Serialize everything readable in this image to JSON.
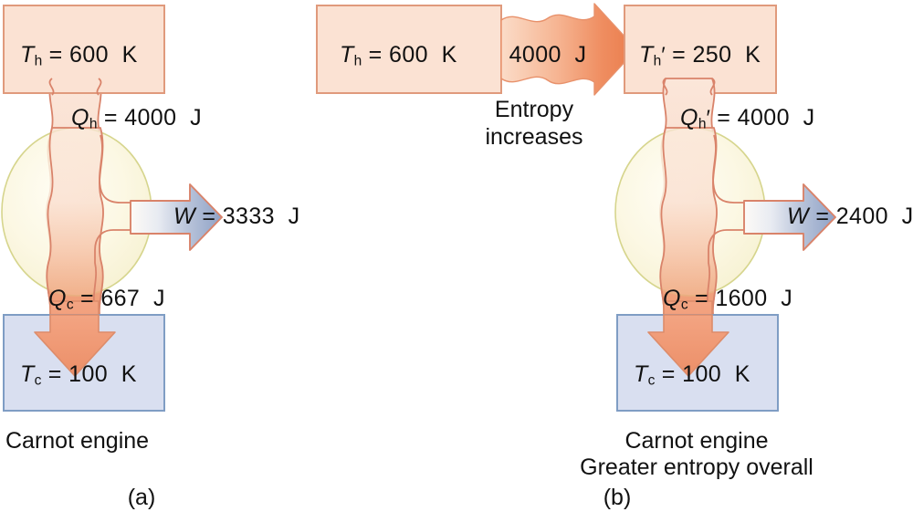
{
  "figure": {
    "title": "Carnot engine entropy comparison",
    "background": "#ffffff"
  },
  "colors": {
    "hot_reservoir_fill": "#fbe2d3",
    "hot_reservoir_stroke": "#e8a183",
    "cold_reservoir_fill": "#d9dff0",
    "cold_reservoir_stroke": "#7f9dc4",
    "engine_circle_fill_light": "#fdf8e4",
    "engine_circle_fill_deep": "#f7f0c8",
    "engine_circle_stroke": "#d4d48a",
    "heat_band_light": "#fbe3d6",
    "heat_band_deep": "#f0a582",
    "heat_band_stroke": "#d9836a",
    "work_arrow_fill": "#9fb0d0",
    "work_arrow_stroke": "#d9836a",
    "entropy_arrow_light": "#f9d3be",
    "entropy_arrow_deep": "#ef8356",
    "text": "#111111"
  },
  "panels": [
    {
      "id": "a",
      "panel_label": "(a)",
      "hot_reservoir": {
        "symbol": "T",
        "subscript": "h",
        "prime": "",
        "equals": "=",
        "value": "600",
        "unit": "K",
        "text": "Th = 600 K"
      },
      "q_hot": {
        "symbol": "Q",
        "subscript": "h",
        "prime": "",
        "equals": "=",
        "value": "4000",
        "unit": "J",
        "text": "Qh = 4000 J"
      },
      "work": {
        "symbol": "W",
        "subscript": "",
        "prime": "",
        "equals": "=",
        "value": "3333",
        "unit": "J",
        "text": "W = 3333 J"
      },
      "q_cold": {
        "symbol": "Q",
        "subscript": "c",
        "prime": "",
        "equals": "=",
        "value": "667",
        "unit": "J",
        "text": "Qc = 667 J"
      },
      "cold_reservoir": {
        "symbol": "T",
        "subscript": "c",
        "prime": "",
        "equals": "=",
        "value": "100",
        "unit": "K",
        "text": "Tc = 100 K"
      },
      "captions": [
        "Carnot engine"
      ]
    },
    {
      "id": "b",
      "panel_label": "(b)",
      "hot_reservoir": {
        "symbol": "T",
        "subscript": "h",
        "prime": "",
        "equals": "=",
        "value": "600",
        "unit": "K",
        "text": "Th = 600 K"
      },
      "hot_reservoir_2": {
        "symbol": "T",
        "subscript": "h",
        "prime": "′",
        "equals": "=",
        "value": "250",
        "unit": "K",
        "text": "Th' = 250 K"
      },
      "transfer_arrow": {
        "value": "4000",
        "unit": "J",
        "text": "4000 J",
        "caption_line1": "Entropy",
        "caption_line2": "increases"
      },
      "q_hot": {
        "symbol": "Q",
        "subscript": "h",
        "prime": "′",
        "equals": "=",
        "value": "4000",
        "unit": "J",
        "text": "Qh' = 4000 J"
      },
      "work": {
        "symbol": "W",
        "subscript": "",
        "prime": "",
        "equals": "=",
        "value": "2400",
        "unit": "J",
        "text": "W = 2400 J"
      },
      "q_cold": {
        "symbol": "Q",
        "subscript": "c",
        "prime": "",
        "equals": "=",
        "value": "1600",
        "unit": "J",
        "text": "Qc = 1600 J"
      },
      "cold_reservoir": {
        "symbol": "T",
        "subscript": "c",
        "prime": "",
        "equals": "=",
        "value": "100",
        "unit": "K",
        "text": "Tc = 100 K"
      },
      "captions": [
        "Carnot engine",
        "Greater entropy overall"
      ]
    }
  ]
}
